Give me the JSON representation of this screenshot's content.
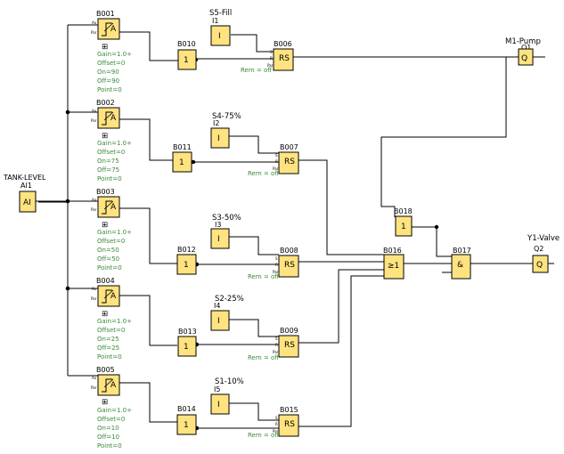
{
  "analog_input": {
    "name": "TANK-LEVEL",
    "id": "AI1",
    "symbol": "AI"
  },
  "threshold_blocks": [
    {
      "id": "B001",
      "params": [
        "Gain=1.0+",
        "Offset=0",
        "On=90",
        "Off=90",
        "Point=0"
      ]
    },
    {
      "id": "B002",
      "params": [
        "Gain=1.0+",
        "Offset=0",
        "On=75",
        "Off=75",
        "Point=0"
      ]
    },
    {
      "id": "B003",
      "params": [
        "Gain=1.0+",
        "Offset=0",
        "On=50",
        "Off=50",
        "Point=0"
      ]
    },
    {
      "id": "B004",
      "params": [
        "Gain=1.0+",
        "Offset=0",
        "On=25",
        "Off=25",
        "Point=0"
      ]
    },
    {
      "id": "B005",
      "params": [
        "Gain=1.0+",
        "Offset=0",
        "On=10",
        "Off=10",
        "Point=0"
      ]
    }
  ],
  "not_blocks": [
    {
      "id": "B010",
      "symbol": "1"
    },
    {
      "id": "B011",
      "symbol": "1"
    },
    {
      "id": "B012",
      "symbol": "1"
    },
    {
      "id": "B013",
      "symbol": "1"
    },
    {
      "id": "B014",
      "symbol": "1"
    }
  ],
  "digital_inputs": [
    {
      "name": "S5-Fill",
      "id": "I1",
      "symbol": "I"
    },
    {
      "name": "S4-75%",
      "id": "I2",
      "symbol": "I"
    },
    {
      "name": "S3-50%",
      "id": "I3",
      "symbol": "I"
    },
    {
      "name": "S2-25%",
      "id": "I4",
      "symbol": "I"
    },
    {
      "name": "S1-10%",
      "id": "I5",
      "symbol": "I"
    }
  ],
  "rs_blocks": [
    {
      "id": "B006",
      "symbol": "RS",
      "rem": "Rem = off"
    },
    {
      "id": "B007",
      "symbol": "RS",
      "rem": "Rem = off"
    },
    {
      "id": "B008",
      "symbol": "RS",
      "rem": "Rem = off"
    },
    {
      "id": "B009",
      "symbol": "RS",
      "rem": "Rem = off"
    },
    {
      "id": "B015",
      "symbol": "RS",
      "rem": "Rem = off"
    }
  ],
  "or_block": {
    "id": "B016",
    "symbol": "≥1"
  },
  "not_b018": {
    "id": "B018",
    "symbol": "1"
  },
  "and_block": {
    "id": "B017",
    "symbol": "&"
  },
  "outputs": [
    {
      "name": "M1-Pump",
      "id": "Q1",
      "symbol": "Q"
    },
    {
      "name": "Y1-Valve",
      "id": "Q2",
      "symbol": "Q"
    }
  ],
  "pin_labels": {
    "ax": "Ax",
    "par": "Par",
    "s": "S",
    "r": "R",
    "par_rs": "Par"
  },
  "expand_glyph": "⊞",
  "colors": {
    "block_fill": "#ffe380",
    "param_text": "#3a8a3a",
    "wire": "#000000"
  }
}
